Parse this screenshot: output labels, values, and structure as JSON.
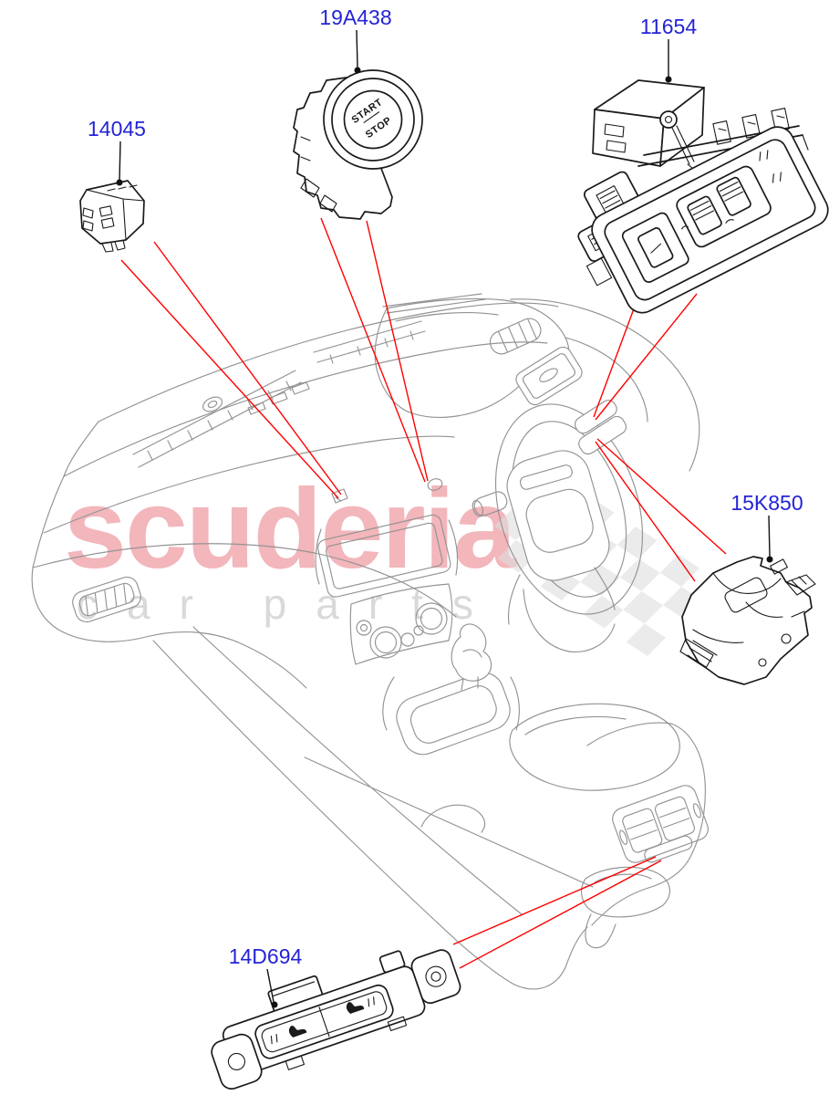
{
  "diagram": {
    "type": "vehicle-parts-diagram",
    "subject": "instrument panel and console switches",
    "watermark": {
      "brand": "scuderia",
      "tagline": "car parts"
    },
    "parts": [
      {
        "label": "14045"
      },
      {
        "label": "19A438",
        "button_text_top": "START",
        "button_text_bottom": "STOP"
      },
      {
        "label": "11654"
      },
      {
        "label": "15K850"
      },
      {
        "label": "14D694"
      }
    ],
    "colors": {
      "background": "#ffffff",
      "label_blue": "#2424d6",
      "leader_red": "#ff0000",
      "part_black": "#1a1a1a",
      "sketch_gray": "#939393",
      "watermark_pink": "#f2b6bb",
      "watermark_gray": "#d9d9d9",
      "checker_gray": "#dfdfdf"
    }
  }
}
